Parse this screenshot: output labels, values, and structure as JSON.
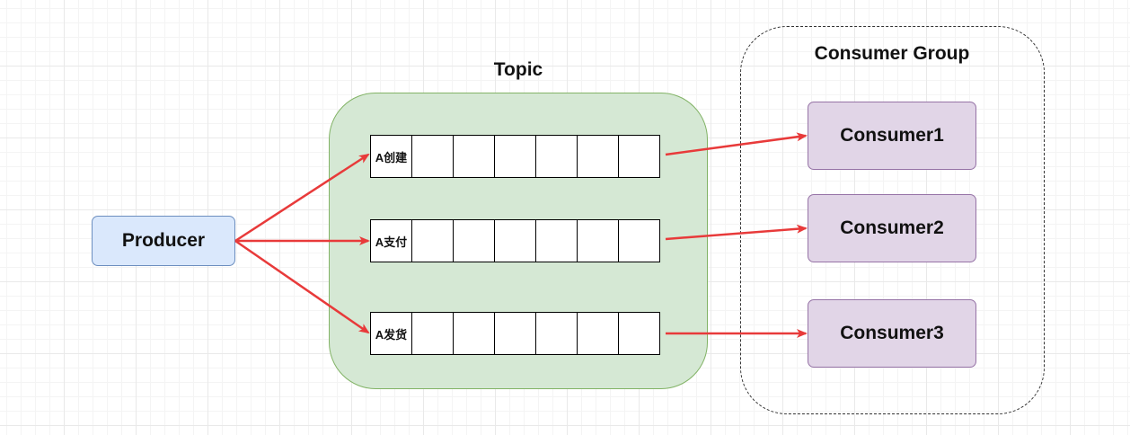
{
  "diagram": {
    "topic": {
      "title": "Topic"
    },
    "consumer_group": {
      "title": "Consumer Group"
    },
    "producer": {
      "label": "Producer"
    },
    "queues": [
      {
        "first_cell_label": "A创建",
        "cell_count": 7
      },
      {
        "first_cell_label": "A支付",
        "cell_count": 7
      },
      {
        "first_cell_label": "A发货",
        "cell_count": 7
      }
    ],
    "consumers": [
      {
        "label": "Consumer1"
      },
      {
        "label": "Consumer2"
      },
      {
        "label": "Consumer3"
      }
    ],
    "colors": {
      "arrow": "#e83a3a",
      "topic_fill": "#d5e8d4",
      "topic_stroke": "#82b366",
      "producer_fill": "#dae8fc",
      "producer_stroke": "#6c8ebf",
      "consumer_fill": "#e1d5e7",
      "consumer_stroke": "#9673a6"
    }
  }
}
